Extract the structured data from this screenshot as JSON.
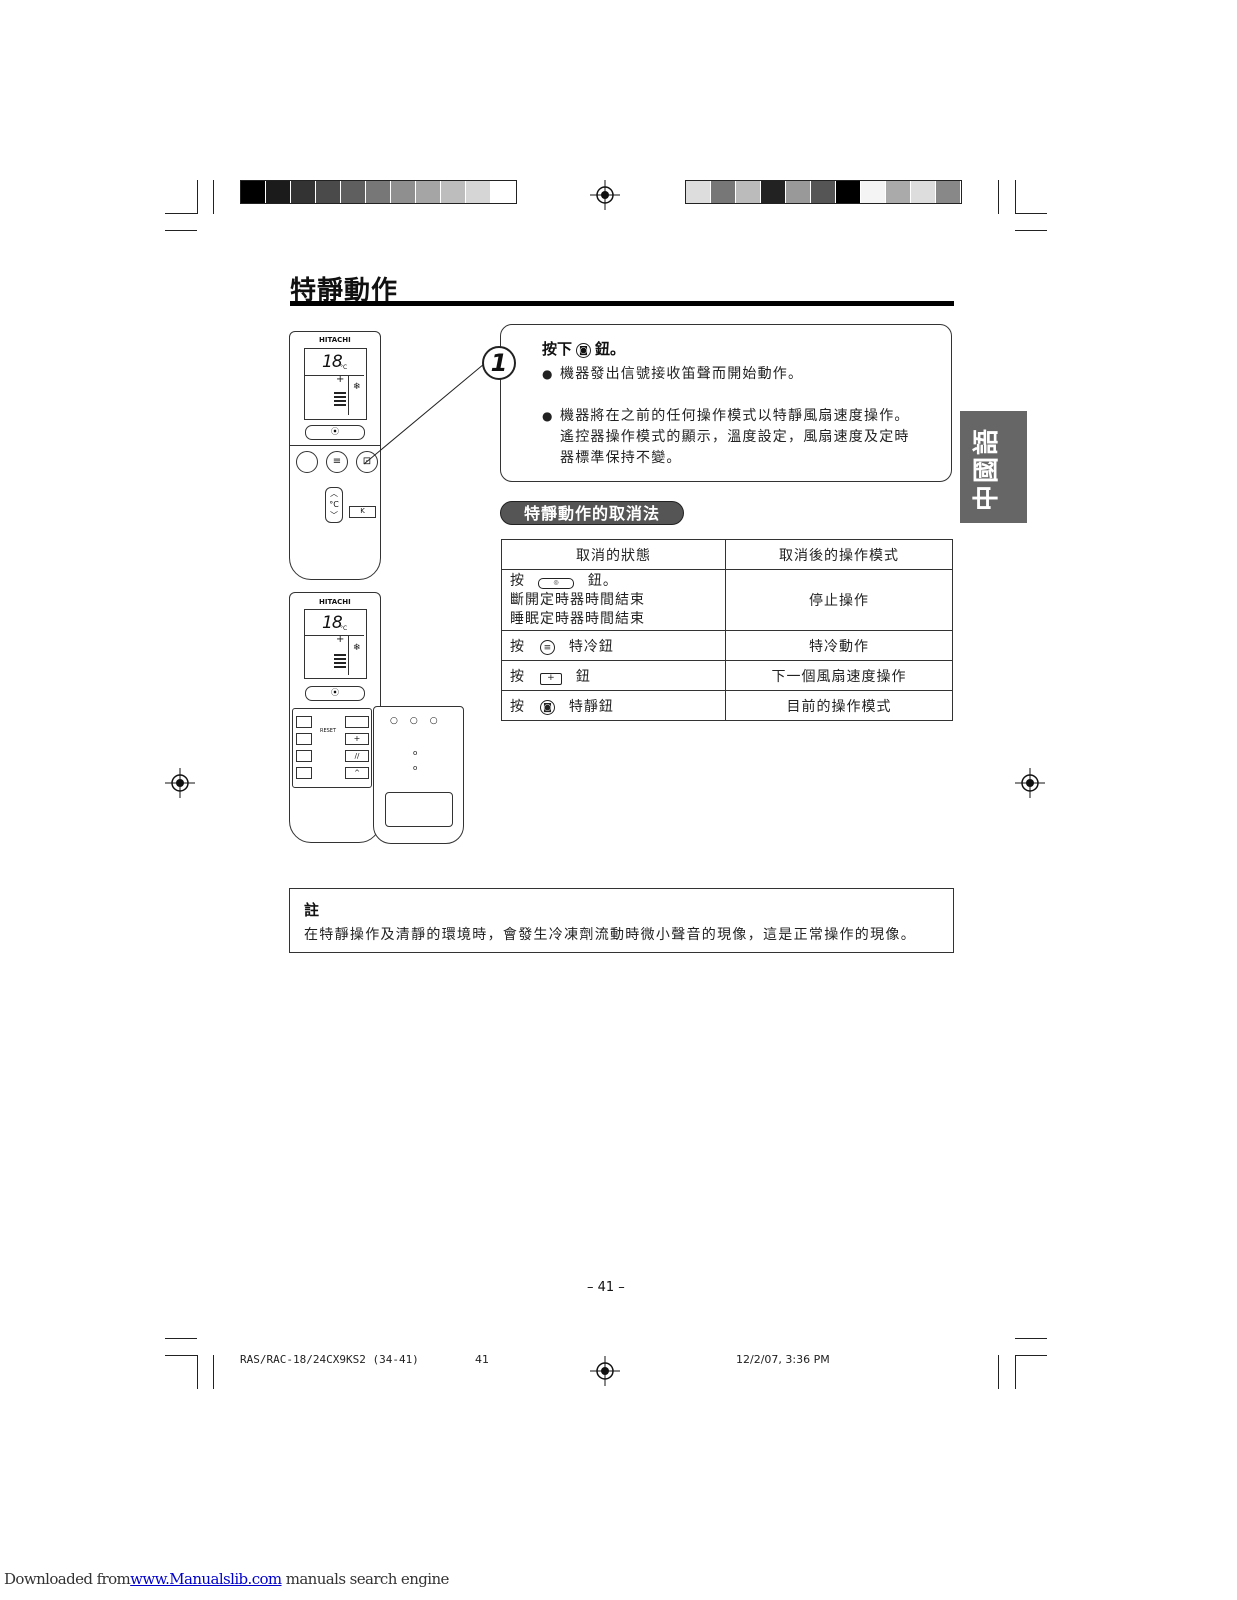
{
  "colors": {
    "bar_left": [
      "#000000",
      "#1b1b1b",
      "#333333",
      "#4a4a4a",
      "#5f5f5f",
      "#777777",
      "#8f8f8f",
      "#a5a5a5",
      "#bdbdbd",
      "#d6d6d6",
      "#ffffff"
    ],
    "bar_right": [
      "#dddddd",
      "#777777",
      "#bbbbbb",
      "#222222",
      "#999999",
      "#555555",
      "#000000",
      "#f4f4f4",
      "#aaaaaa",
      "#dddddd",
      "#888888"
    ],
    "sidetab": "#666666"
  },
  "header": {
    "title": "特靜動作"
  },
  "step": {
    "number": "1",
    "press_prefix": "按下",
    "press_button_icon": "silent-button-icon",
    "press_suffix": "鈕。",
    "bullets": [
      "機器發出信號接收笛聲而開始動作。",
      "機器將在之前的任何操作模式以特靜風扇速度操作。遙控器操作模式的顯示，溫度設定，風扇速度及定時器標準保持不變。"
    ]
  },
  "cancel": {
    "title": "特靜動作的取消法",
    "headers": [
      "取消的狀態",
      "取消後的操作模式"
    ],
    "rows": [
      {
        "cond_prefix": "按",
        "cond_icon": "off-timer-button-icon",
        "cond_suffix": "鈕。",
        "cond_extra": [
          "斷開定時器時間結束",
          "睡眠定時器時間結束"
        ],
        "result": "停止操作"
      },
      {
        "cond_prefix": "按",
        "cond_icon": "powerful-button-icon",
        "cond_suffix": "特冷鈕",
        "cond_extra": [],
        "result": "特冷動作"
      },
      {
        "cond_prefix": "按",
        "cond_icon": "fan-speed-button-icon",
        "cond_suffix": "鈕",
        "cond_extra": [],
        "result": "下一個風扇速度操作"
      },
      {
        "cond_prefix": "按",
        "cond_icon": "silent-button-icon",
        "cond_suffix": "特靜鈕",
        "cond_extra": [],
        "result": "目前的操作模式"
      }
    ]
  },
  "remote": {
    "brand": "HITACHI",
    "temperature": "18",
    "unit": "°C",
    "reset_label": "RESET"
  },
  "sidetab": {
    "label": "中國語"
  },
  "note": {
    "title": "註",
    "text": "在特靜操作及清靜的環境時，會發生冷凍劑流動時微小聲音的現像，這是正常操作的現像。"
  },
  "page_number": "– 41 –",
  "footer": {
    "doc": "RAS/RAC-18/24CX9KS2 (34-41)",
    "page": "41",
    "date": "12/2/07, 3:36 PM"
  },
  "download": {
    "prefix": "Downloaded from",
    "link": "www.Manualslib.com",
    "suffix": " manuals search engine"
  }
}
